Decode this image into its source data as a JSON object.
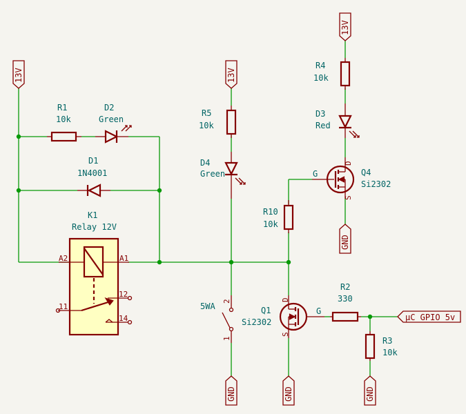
{
  "schematic": {
    "power_labels": {
      "v13": "13V",
      "gnd": "GND"
    },
    "components": {
      "R1": {
        "ref": "R1",
        "value": "10k"
      },
      "D2": {
        "ref": "D2",
        "value": "Green"
      },
      "D1": {
        "ref": "D1",
        "value": "1N4001"
      },
      "K1": {
        "ref": "K1",
        "value": "Relay 12V",
        "pins": {
          "a2": "A2",
          "a1": "A1",
          "p11": "11",
          "p12": "12",
          "p14": "14"
        }
      },
      "R5": {
        "ref": "R5",
        "value": "10k"
      },
      "D4": {
        "ref": "D4",
        "value": "Green"
      },
      "R4": {
        "ref": "R4",
        "value": "10k"
      },
      "D3": {
        "ref": "D3",
        "value": "Red"
      },
      "Q4": {
        "ref": "Q4",
        "value": "Si2302",
        "pins": {
          "g": "G",
          "d": "D",
          "s": "S"
        }
      },
      "R10": {
        "ref": "R10",
        "value": "10k"
      },
      "SW": {
        "ref": "5WA",
        "pins": {
          "p1": "1",
          "p2": "2"
        }
      },
      "Q1": {
        "ref": "Q1",
        "value": "Si2302",
        "pins": {
          "g": "G",
          "d": "D",
          "s": "S"
        }
      },
      "R2": {
        "ref": "R2",
        "value": "330"
      },
      "R3": {
        "ref": "R3",
        "value": "10k"
      }
    },
    "global_label": {
      "text": "µC GPIO 5v"
    }
  }
}
